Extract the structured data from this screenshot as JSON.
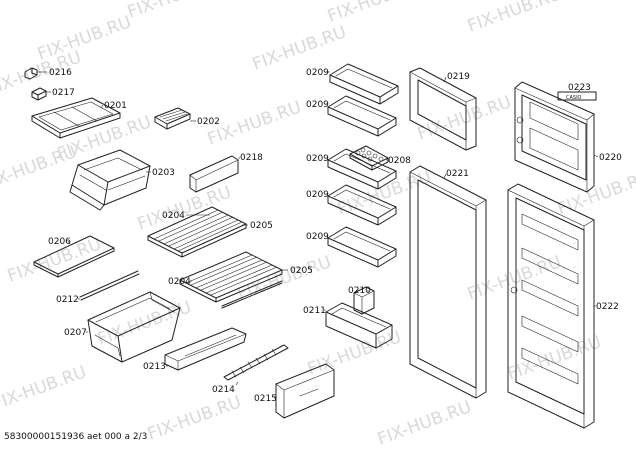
{
  "watermark": "FIX-HUB.RU",
  "footer": "58300000151936 aet 000 a 2/3",
  "labels": {
    "p0216": "0216",
    "p0217": "0217",
    "p0201": "0201",
    "p0202": "0202",
    "p0203": "0203",
    "p0218": "0218",
    "p0204a": "0204",
    "p0205a": "0205",
    "p0204b": "0204",
    "p0205b": "0205",
    "p0206": "0206",
    "p0212": "0212",
    "p0207": "0207",
    "p0213": "0213",
    "p0214": "0214",
    "p0215": "0215",
    "p0209a": "0209",
    "p0209b": "0209",
    "p0209c": "0209",
    "p0209d": "0209",
    "p0209e": "0209",
    "p0208": "0208",
    "p0210": "0210",
    "p0211": "0211",
    "p0219": "0219",
    "p0221": "0221",
    "p0223": "0223",
    "p0220": "0220",
    "p0222": "0222"
  },
  "sticker_text": "CASIO"
}
